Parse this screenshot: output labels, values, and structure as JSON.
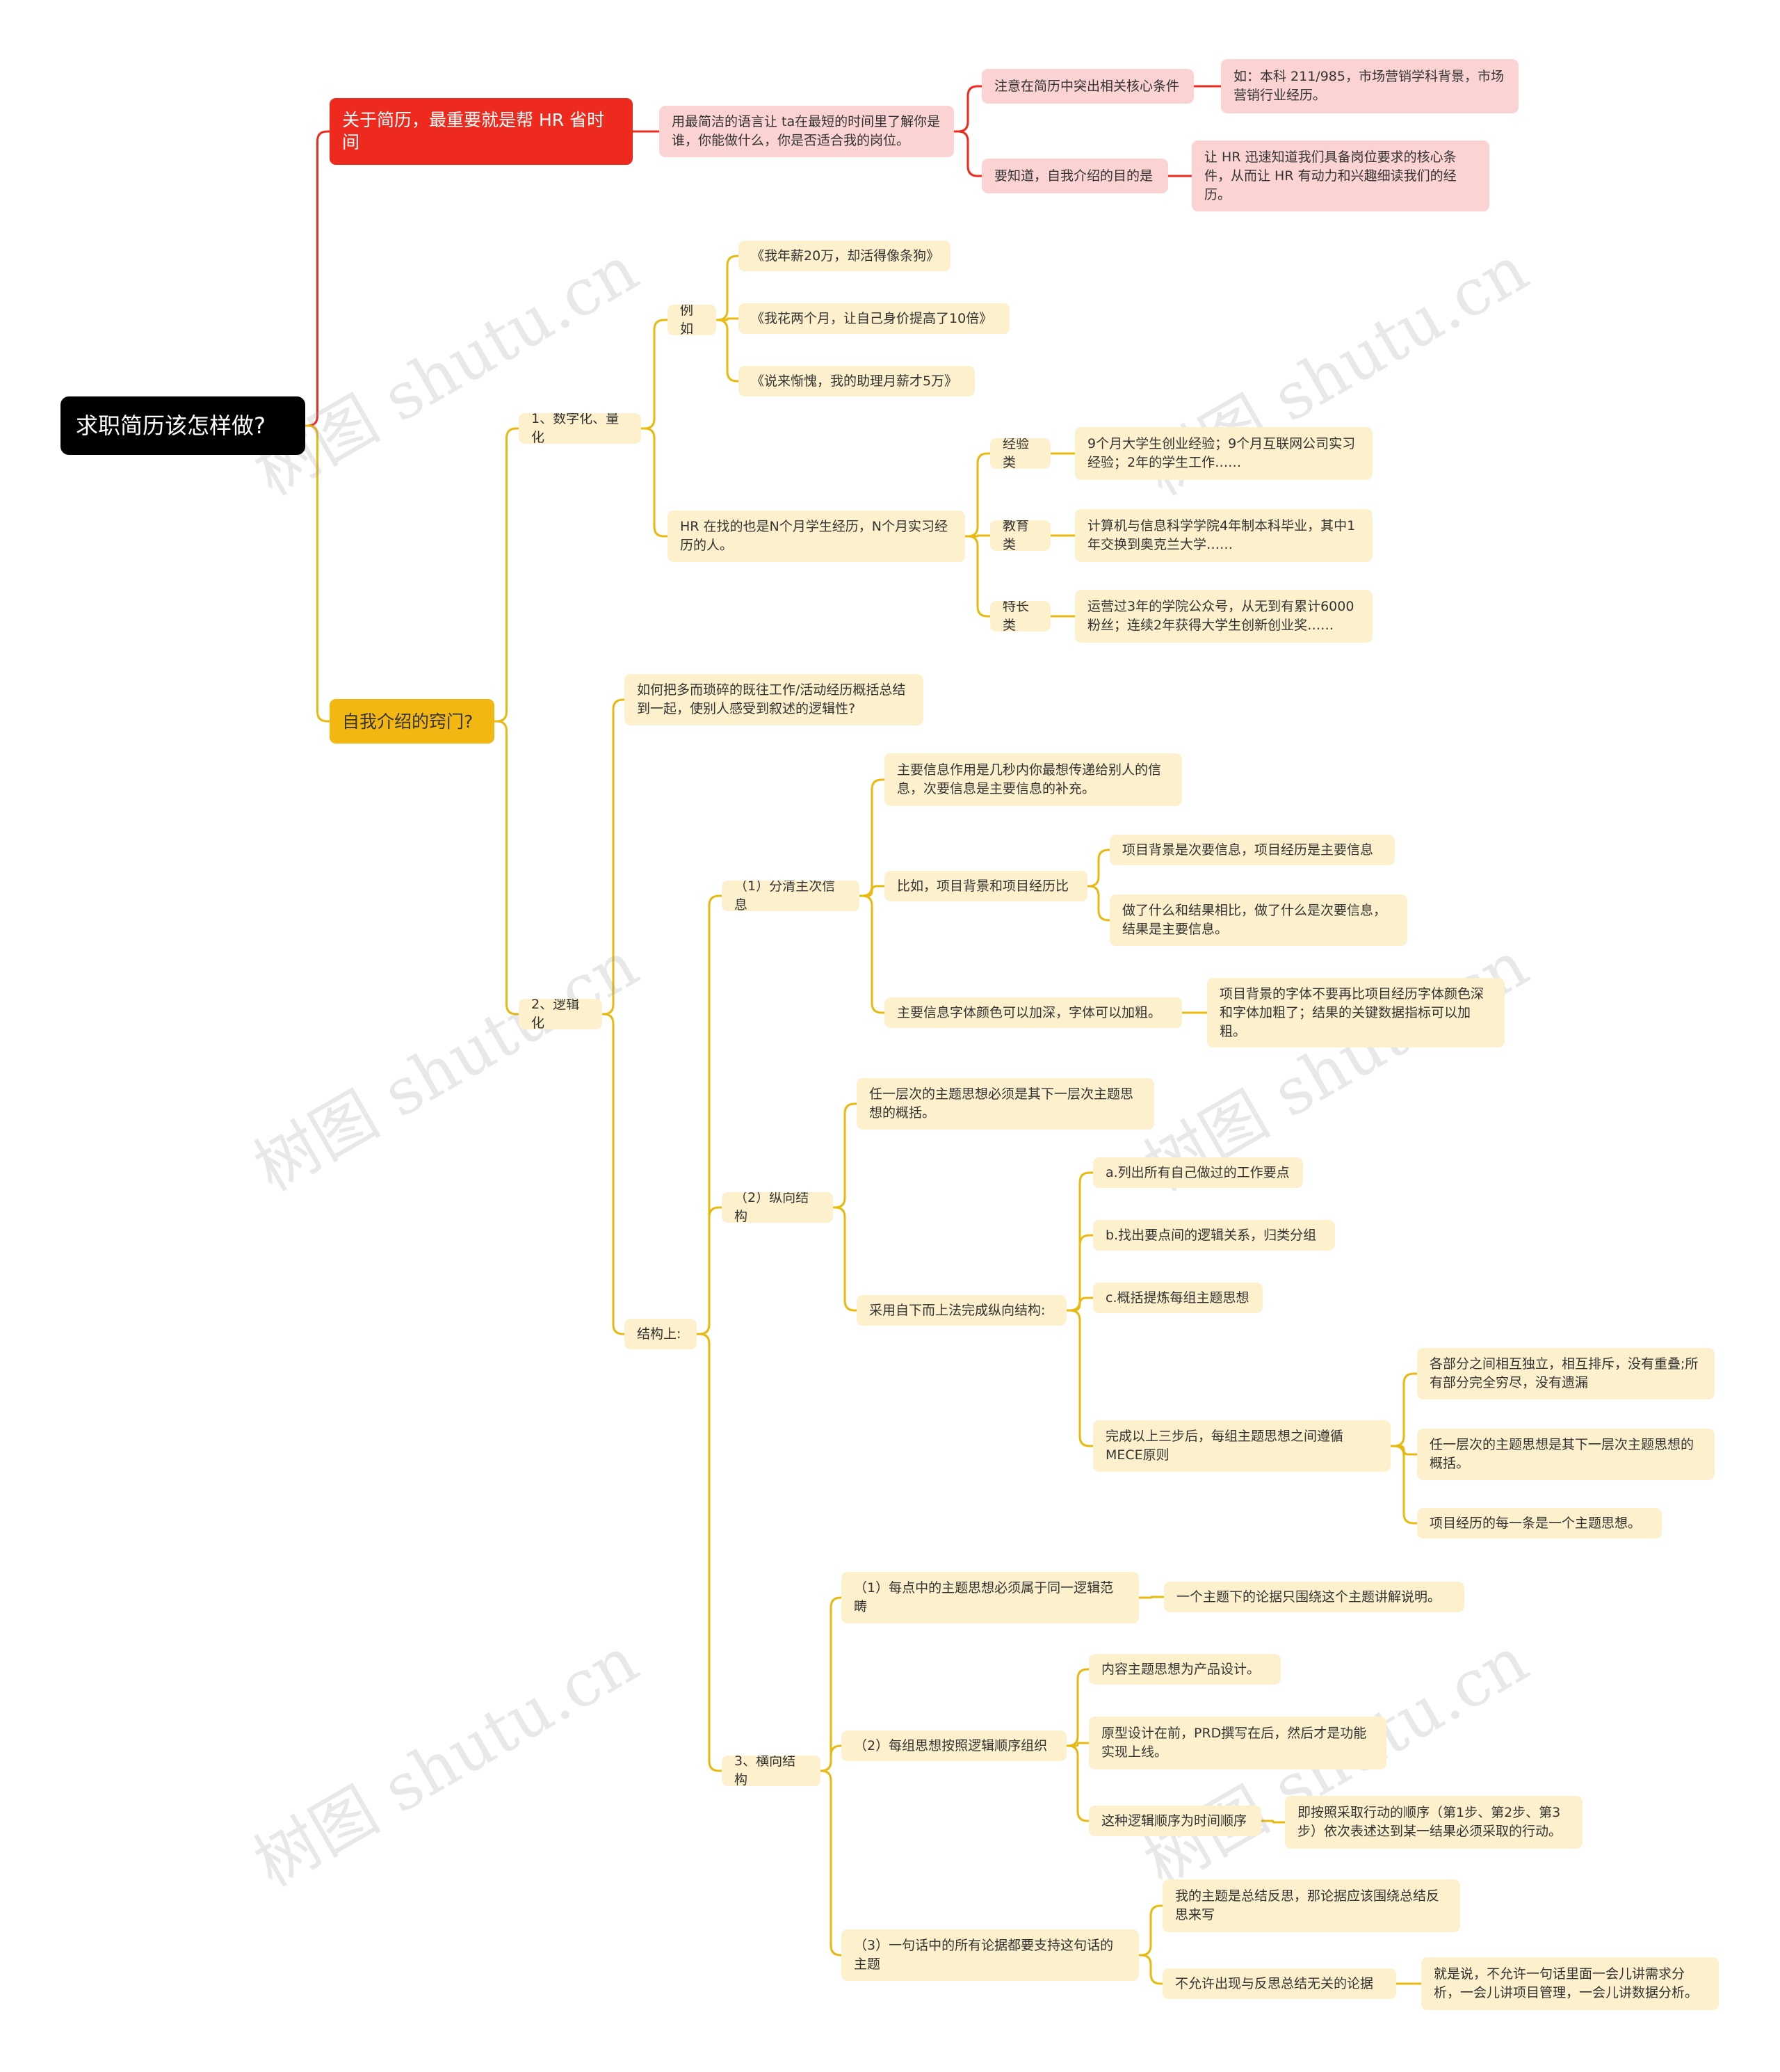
{
  "watermark": "树图 shutu.cn",
  "colors": {
    "red_branch": "#ee2a1e",
    "gold_branch": "#e8b90f",
    "root": "#000000",
    "yellow_node": "#fdf0cc",
    "pink_node": "#fbd3d3"
  },
  "nodes": {
    "root": "求职简历该怎样做?",
    "b1": "关于简历，最重要就是帮 HR 省时间",
    "b1a": "用最简洁的语言让 ta在最短的时间里了解你是谁，你能做什么，你是否适合我的岗位。",
    "b1a1": "注意在简历中突出相关核心条件",
    "b1a1a": "如：本科 211/985，市场营销学科背景，市场营销行业经历。",
    "b1a2": "要知道，自我介绍的目的是",
    "b1a2a": "让 HR 迅速知道我们具备岗位要求的核心条件，从而让 HR 有动力和兴趣细读我们的经历。",
    "b2": "自我介绍的窍门?",
    "n1": "1、数字化、量化",
    "n1a": "例如",
    "n1a1": "《我年薪20万，却活得像条狗》",
    "n1a2": "《我花两个月，让自己身价提高了10倍》",
    "n1a3": "《说来惭愧，我的助理月薪才5万》",
    "n1b": "HR 在找的也是N个月学生经历，N个月实习经历的人。",
    "n1b1": "经验类",
    "n1b1a": "9个月大学生创业经验；9个月互联网公司实习经验；2年的学生工作……",
    "n1b2": "教育类",
    "n1b2a": "计算机与信息科学学院4年制本科毕业，其中1年交换到奥克兰大学……",
    "n1b3": "特长类",
    "n1b3a": "运营过3年的学院公众号，从无到有累计6000粉丝；连续2年获得大学生创新创业奖……",
    "n2": "2、逻辑化",
    "n2a": "如何把多而琐碎的既往工作/活动经历概括总结到一起，使别人感受到叙述的逻辑性?",
    "n2b": "结构上:",
    "s1": "（1）分清主次信息",
    "s1a": "主要信息作用是几秒内你最想传递给别人的信息，次要信息是主要信息的补充。",
    "s1b": "比如，项目背景和项目经历比",
    "s1b1": "项目背景是次要信息，项目经历是主要信息",
    "s1b2": "做了什么和结果相比，做了什么是次要信息，结果是主要信息。",
    "s1c": "主要信息字体颜色可以加深，字体可以加粗。",
    "s1c1": "项目背景的字体不要再比项目经历字体颜色深和字体加粗了；结果的关键数据指标可以加粗。",
    "s2": "（2）纵向结构",
    "s2a": "任一层次的主题思想必须是其下一层次主题思想的概括。",
    "s2b": "采用自下而上法完成纵向结构:",
    "s2b1": "a.列出所有自己做过的工作要点",
    "s2b2": "b.找出要点间的逻辑关系，归类分组",
    "s2b3": "c.概括提炼每组主题思想",
    "s2b4": "完成以上三步后，每组主题思想之间遵循MECE原则",
    "s2b4a": "各部分之间相互独立，相互排斥，没有重叠;所有部分完全穷尽，没有遗漏",
    "s2b4b": "任一层次的主题思想是其下一层次主题思想的概括。",
    "s2b4c": "项目经历的每一条是一个主题思想。",
    "s3": "3、横向结构",
    "s3a": "（1）每点中的主题思想必须属于同一逻辑范畴",
    "s3a1": "一个主题下的论据只围绕这个主题讲解说明。",
    "s3b": "（2）每组思想按照逻辑顺序组织",
    "s3b1": "内容主题思想为产品设计。",
    "s3b2": "原型设计在前，PRD撰写在后，然后才是功能实现上线。",
    "s3b3": "这种逻辑顺序为时间顺序",
    "s3b3a": "即按照采取行动的顺序（第1步、第2步、第3步）依次表述达到某一结果必须采取的行动。",
    "s3c": "（3）一句话中的所有论据都要支持这句话的主题",
    "s3c1": "我的主题是总结反思，那论据应该围绕总结反思来写",
    "s3c2": "不允许出现与反思总结无关的论据",
    "s3c2a": "就是说，不允许一句话里面一会儿讲需求分析，一会儿讲项目管理，一会儿讲数据分析。"
  }
}
